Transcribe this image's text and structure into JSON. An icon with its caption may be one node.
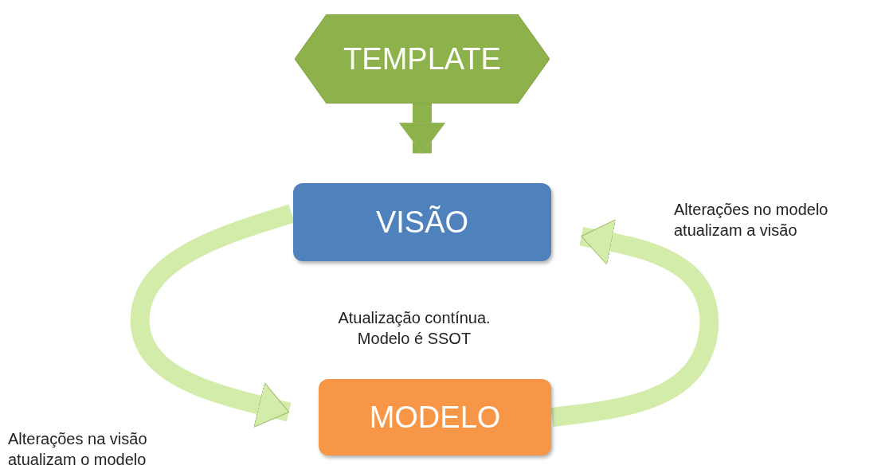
{
  "diagram": {
    "nodes": [
      {
        "text": [
          "TEMPLATE"
        ]
      },
      {
        "text": [
          "VISÃO"
        ]
      },
      {
        "text": [
          "MODELO"
        ]
      }
    ],
    "edges": [
      {
        "from": 0,
        "to": 1,
        "arrow": "to",
        "color": "#8db24b"
      },
      {
        "from": 1,
        "to": 2,
        "arrow": "to"
      },
      {
        "from": 2,
        "to": 1,
        "arrow": "to"
      }
    ],
    "labels": [
      "Alterações no modelo atualizam a visão",
      "Atualização contínua. Modelo é SSOT",
      "Alterações na visão atualizam o modelo"
    ]
  }
}
